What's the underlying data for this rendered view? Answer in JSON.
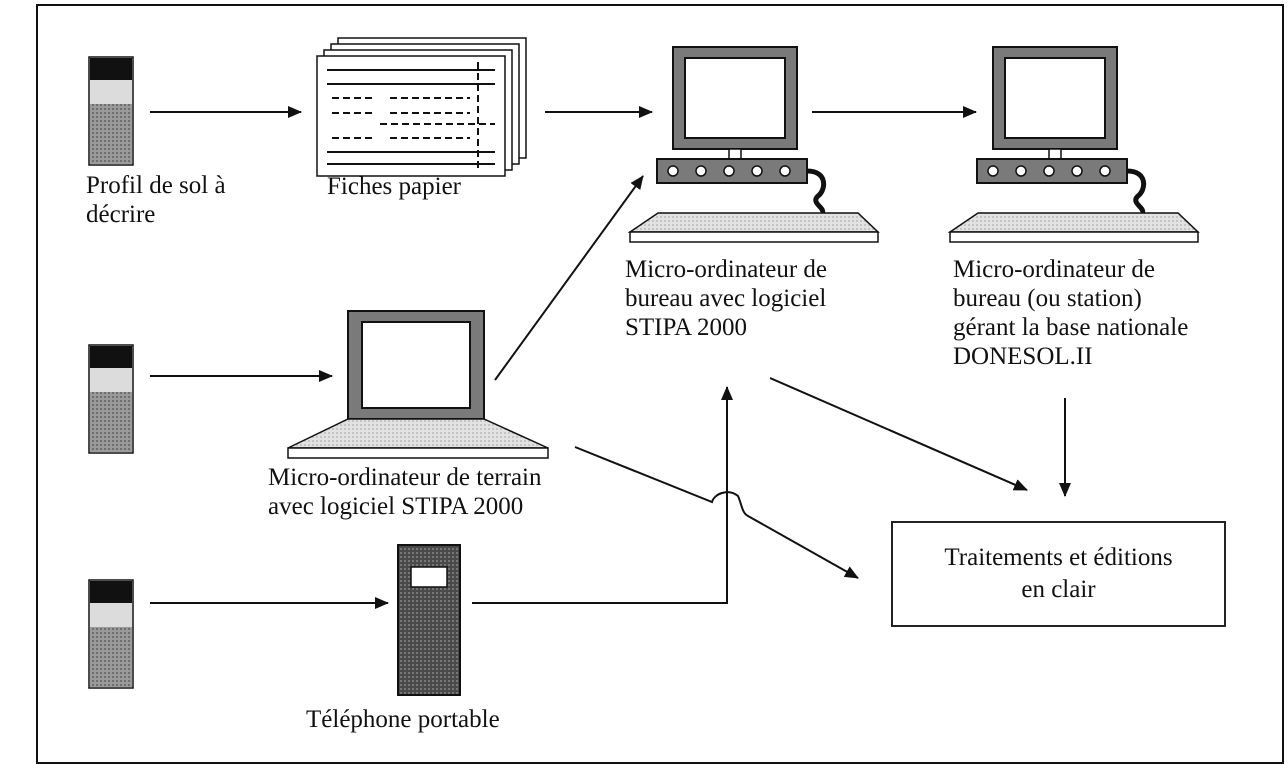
{
  "labels": {
    "soil_profile": {
      "line1": "Profil de sol à",
      "line2": "décrire"
    },
    "paper_sheets": "Fiches papier",
    "desktop_computer": {
      "line1": "Micro-ordinateur de",
      "line2": "bureau avec logiciel",
      "line3": "STIPA 2000"
    },
    "national_computer": {
      "line1": "Micro-ordinateur de",
      "line2": "bureau (ou station)",
      "line3": "gérant la base nationale",
      "line4": "DONESOL.II"
    },
    "field_laptop": {
      "line1": "Micro-ordinateur de terrain",
      "line2": "avec logiciel STIPA 2000"
    },
    "mobile_phone": "Téléphone portable",
    "processing_box": {
      "line1": "Traitements et éditions",
      "line2": "en clair"
    }
  },
  "colors": {
    "line": "#111111",
    "monitor_frame": "#7a7a7a",
    "profile_top": "#111111",
    "profile_mid": "#dcdcdc",
    "profile_bottom": "#8a8a8a",
    "keyboard": "#dcdcdc",
    "phone_body": "#555555"
  }
}
